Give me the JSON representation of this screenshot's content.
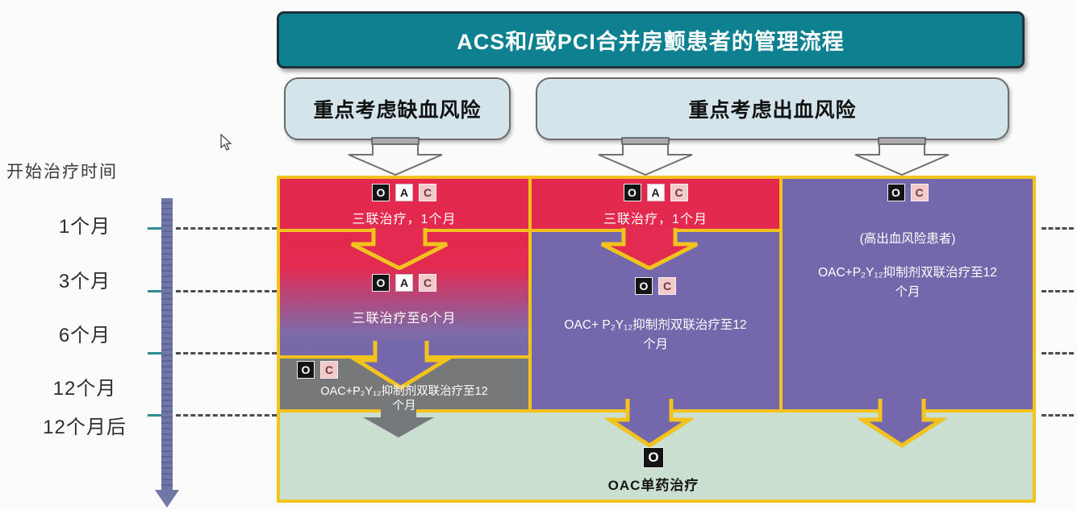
{
  "title": "ACS和/或PCI合并房颤患者的管理流程",
  "branches": {
    "ischemia": "重点考虑缺血风险",
    "bleeding": "重点考虑出血风险"
  },
  "timeline": {
    "header": "开始治疗时间",
    "marks": [
      "1个月",
      "3个月",
      "6个月",
      "12个月",
      "12个月后"
    ]
  },
  "col_ischemia": {
    "step1": {
      "chips": [
        "O",
        "A",
        "C"
      ],
      "label": "三联治疗，1个月"
    },
    "step2": {
      "chips": [
        "O",
        "A",
        "C"
      ],
      "label": "三联治疗至6个月"
    },
    "step3": {
      "chips": [
        "O",
        "C"
      ],
      "line1": "OAC+P₂Y₁₂抑制剂双联治疗至12",
      "line2": "个月"
    }
  },
  "col_bleeding": {
    "step1": {
      "chips": [
        "O",
        "A",
        "C"
      ],
      "label": "三联治疗，1个月"
    },
    "step2": {
      "chips": [
        "O",
        "C"
      ],
      "line1": "OAC+ P₂Y₁₂抑制剂双联治疗至12",
      "line2": "个月"
    }
  },
  "col_high_bleeding": {
    "chips": [
      "O",
      "C"
    ],
    "note": "(高出血风险患者)",
    "line1": "OAC+P₂Y₁₂抑制剂双联治疗至12",
    "line2": "个月"
  },
  "final_step": {
    "chip": "O",
    "label": "OAC单药治疗"
  },
  "colors": {
    "teal": "#0E8191",
    "light_blue": "#D3E5EB",
    "red": "#E32A4E",
    "purple": "#7467AB",
    "gray": "#76787A",
    "green": "#CADFD0",
    "yellow": "#F2C21D",
    "slate": "#7077A7"
  }
}
